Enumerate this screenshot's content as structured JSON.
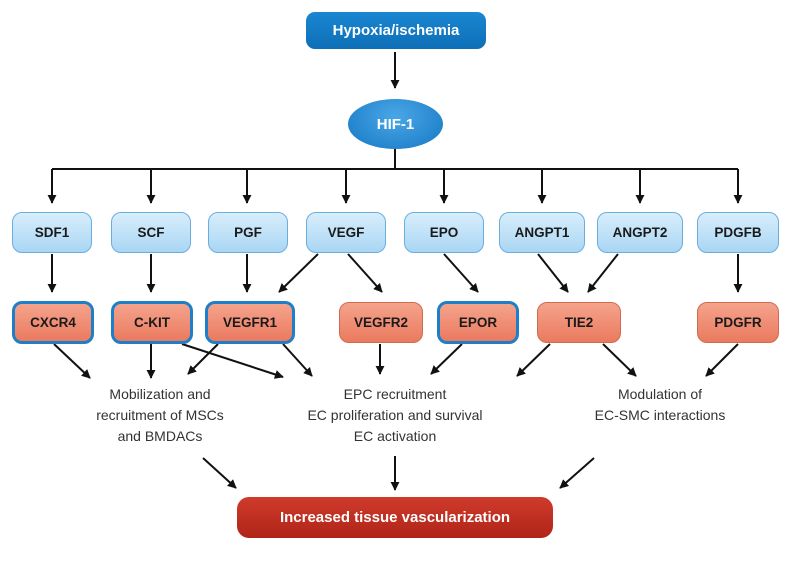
{
  "top": {
    "label": "Hypoxia/ischemia"
  },
  "hif": {
    "label": "HIF-1"
  },
  "ligands": [
    {
      "id": "sdf1",
      "label": "SDF1"
    },
    {
      "id": "scf",
      "label": "SCF"
    },
    {
      "id": "pgf",
      "label": "PGF"
    },
    {
      "id": "vegf",
      "label": "VEGF"
    },
    {
      "id": "epo",
      "label": "EPO"
    },
    {
      "id": "angpt1",
      "label": "ANGPT1"
    },
    {
      "id": "angpt2",
      "label": "ANGPT2"
    },
    {
      "id": "pdgfb",
      "label": "PDGFB"
    }
  ],
  "receptors": [
    {
      "id": "cxcr4",
      "label": "CXCR4"
    },
    {
      "id": "ckit",
      "label": "C-KIT"
    },
    {
      "id": "vegfr1",
      "label": "VEGFR1"
    },
    {
      "id": "vegfr2",
      "label": "VEGFR2"
    },
    {
      "id": "epor",
      "label": "EPOR"
    },
    {
      "id": "tie2",
      "label": "TIE2"
    },
    {
      "id": "pdgfr",
      "label": "PDGFR"
    }
  ],
  "outcomes": {
    "left": [
      "Mobilization and",
      "recruitment of MSCs",
      "and BMDACs"
    ],
    "center": [
      "EPC recruitment",
      "EC proliferation and survival",
      "EC activation"
    ],
    "right": [
      "Modulation of",
      "EC-SMC interactions"
    ]
  },
  "final": {
    "label": "Increased tissue vascularization"
  },
  "colors": {
    "top_box": "#0d6fb7",
    "hif_node": "#1577c4",
    "ligand_fill": "#bfe2f8",
    "receptor_fill": "#ee8468",
    "receptor_outline": "#1e7fc8",
    "final_box": "#b82a1d",
    "arrow": "#111111"
  }
}
